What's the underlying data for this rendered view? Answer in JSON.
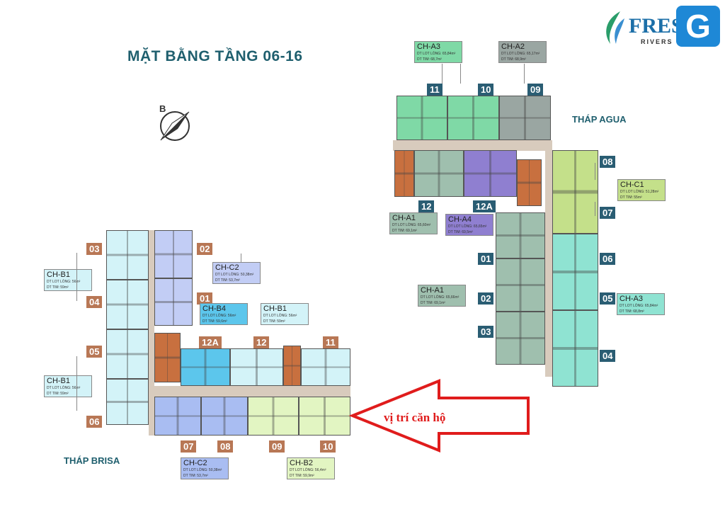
{
  "title": "MẶT BẰNG TẦNG 06-16",
  "compass_label": "B",
  "logo": {
    "brand": "FRES",
    "letter": "G",
    "sub": "RIVERS"
  },
  "towers": {
    "agua": "THÁP AGUA",
    "brisa": "THÁP BRISA"
  },
  "arrow_label": "vị trí căn hộ",
  "colors": {
    "agua_badge": "#2a5d73",
    "brisa_badge": "#b87755",
    "arrow": "#e01c1c",
    "title": "#1f5f6e"
  },
  "agua_badges": [
    "11",
    "10",
    "09",
    "12",
    "12A",
    "08",
    "07",
    "01",
    "02",
    "03",
    "06",
    "05",
    "04"
  ],
  "brisa_badges": [
    "03",
    "04",
    "05",
    "06",
    "02",
    "01",
    "12A",
    "12",
    "11",
    "07",
    "08",
    "09",
    "10"
  ],
  "info_boxes": [
    {
      "type": "CH-A3",
      "lot": "DT LOT LÒNG: 65,84m²",
      "tim": "DT TIM: 68,7m²",
      "color": "#7fd9a6"
    },
    {
      "type": "CH-A2",
      "lot": "DT LOT LÒNG: 65,17m²",
      "tim": "DT TIM: 68,9m²",
      "color": "#9aa6a2"
    },
    {
      "type": "CH-A1",
      "lot": "DT LOT LÒNG: 65,60m²",
      "tim": "DT TIM: 69,1m²",
      "color": "#9fbfae"
    },
    {
      "type": "CH-A4",
      "lot": "DT LOT LÒNG: 65,65m²",
      "tim": "DT TIM: 69,5m²",
      "color": "#8f7fd0"
    },
    {
      "type": "CH-C1",
      "lot": "DT LOT LÒNG: 51,28m²",
      "tim": "DT TIM: 55m²",
      "color": "#c4e08a"
    },
    {
      "type": "CH-A1",
      "lot": "DT LOT LÒNG: 65,66m²",
      "tim": "DT TIM: 69,1m²",
      "color": "#9fbfae"
    },
    {
      "type": "CH-A3",
      "lot": "DT LOT LÒNG: 65,84m²",
      "tim": "DT TIM: 68,8m²",
      "color": "#8fe3d2"
    },
    {
      "type": "CH-B1",
      "lot": "DT LOT LÒNG: 56m²",
      "tim": "DT TIM: 59m²",
      "color": "#d3f3f8"
    },
    {
      "type": "CH-C2",
      "lot": "DT LOT LÒNG: 50,38m²",
      "tim": "DT TIM: 53,7m²",
      "color": "#c2cdf5"
    },
    {
      "type": "CH-B4",
      "lot": "DT LOT LÒNG: 56m²",
      "tim": "DT TIM: 59,6m²",
      "color": "#5cc6ec"
    },
    {
      "type": "CH-B1",
      "lot": "DT LOT LÒNG: 56m²",
      "tim": "DT TIM: 59m²",
      "color": "#d3f3f8"
    },
    {
      "type": "CH-B1",
      "lot": "DT LOT LÒNG: 56m²",
      "tim": "DT TIM: 59m²",
      "color": "#d3f3f8"
    },
    {
      "type": "CH-C2",
      "lot": "DT LOT LÒNG: 50,38m²",
      "tim": "DT TIM: 53,7m²",
      "color": "#a9bdf2"
    },
    {
      "type": "CH-B2",
      "lot": "DT LOT LÒNG: 56,4m²",
      "tim": "DT TIM: 59,9m²",
      "color": "#e2f5c2"
    }
  ]
}
